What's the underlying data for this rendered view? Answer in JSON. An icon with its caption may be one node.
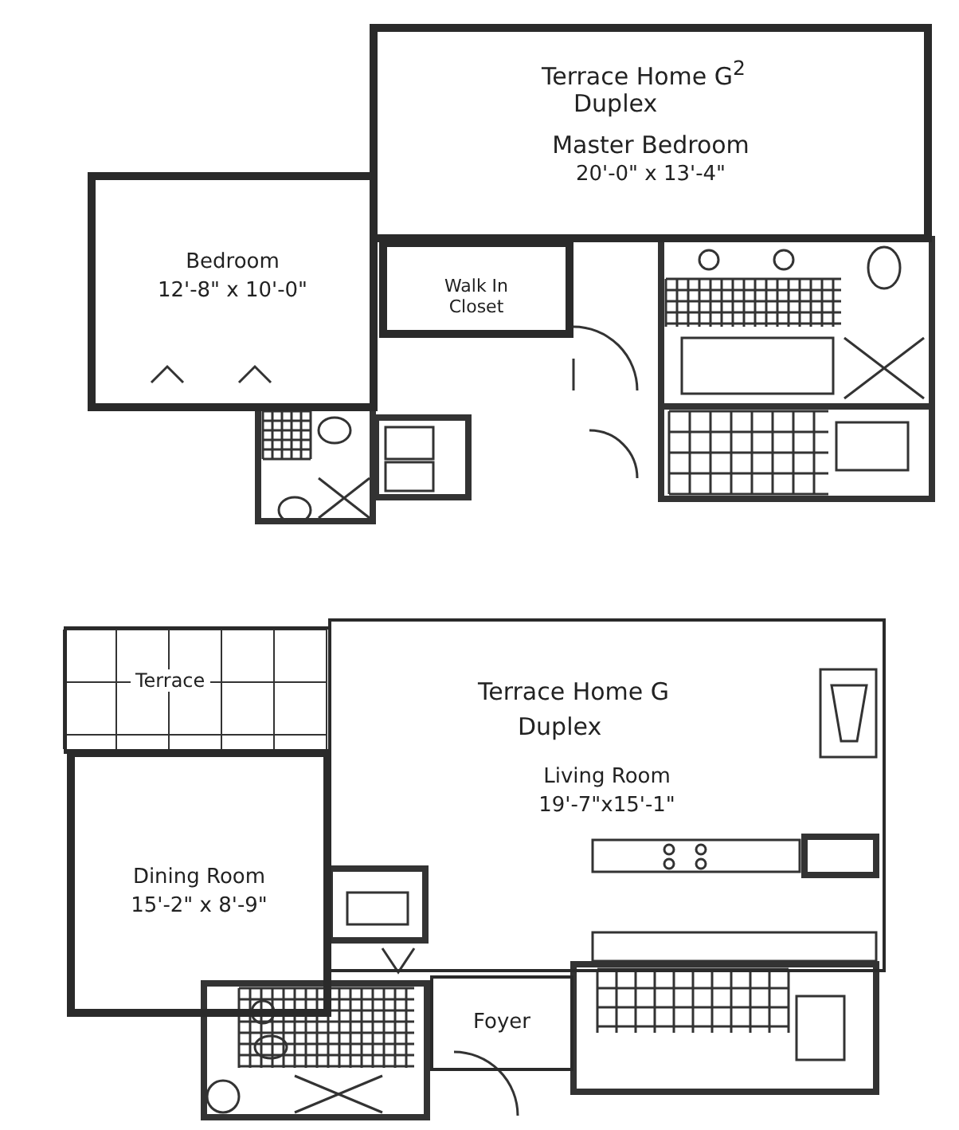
{
  "diagram": {
    "nodes": [
      {
        "text": [
          "Master Bedroom",
          "20'-0\" x 13'-4\""
        ]
      },
      {
        "text": [
          "Bedroom",
          "12'-8\" x 10'-0\""
        ]
      },
      {
        "text": [
          "Walk In Closet"
        ]
      },
      {
        "text": [
          "Terrace"
        ]
      },
      {
        "text": [
          "Living Room",
          "19'-7\"x15'-1\""
        ]
      },
      {
        "text": [
          "Dining Room",
          "15'-2\" x 8'-9\""
        ]
      },
      {
        "text": [
          "Foyer"
        ]
      }
    ],
    "edges": [],
    "labels": [
      "Terrace Home G$^{2}$",
      "Duplex",
      "Terrace Home G",
      "Duplex"
    ]
  }
}
